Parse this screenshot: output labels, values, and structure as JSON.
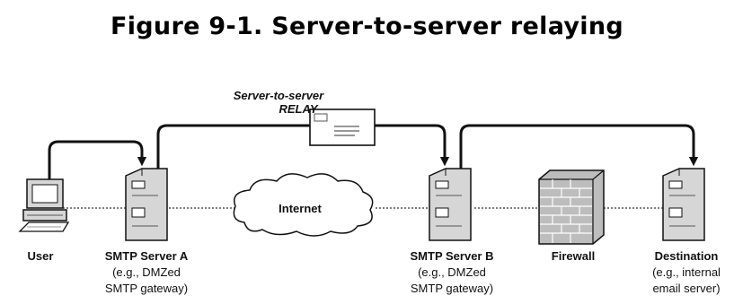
{
  "figure": {
    "title": "Figure 9-1. Server-to-server relaying"
  },
  "relay_label": {
    "line1": "Server-to-server",
    "line2": "RELAY"
  },
  "cloud_label": "Internet",
  "nodes": {
    "user": {
      "label": "User"
    },
    "server_a": {
      "label": "SMTP Server A",
      "sub1": "(e.g., DMZed",
      "sub2": "SMTP gateway)"
    },
    "server_b": {
      "label": "SMTP Server B",
      "sub1": "(e.g., DMZed",
      "sub2": "SMTP gateway)"
    },
    "firewall": {
      "label": "Firewall"
    },
    "destination": {
      "label": "Destination",
      "sub1": "(e.g., internal",
      "sub2": "email server)"
    }
  },
  "colors": {
    "line": "#111111",
    "server_fill": "#d6d6d6",
    "brick": "#bdbdbd"
  }
}
